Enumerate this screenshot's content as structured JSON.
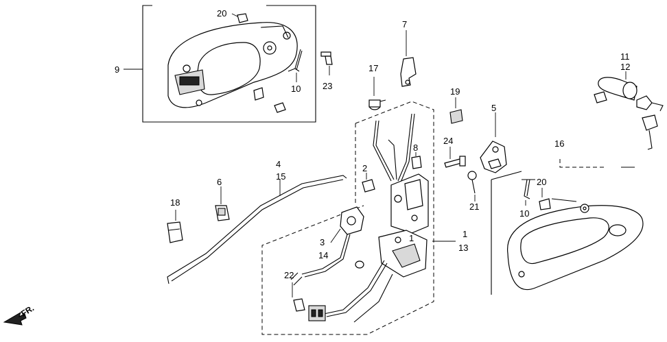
{
  "callouts": [
    {
      "id": "c1",
      "text": "1"
    },
    {
      "id": "c2",
      "text": "2"
    },
    {
      "id": "c3",
      "text": "3"
    },
    {
      "id": "c4",
      "text": "4"
    },
    {
      "id": "c5",
      "text": "5"
    },
    {
      "id": "c6",
      "text": "6"
    },
    {
      "id": "c7",
      "text": "7"
    },
    {
      "id": "c8",
      "text": "8"
    },
    {
      "id": "c9",
      "text": "9"
    },
    {
      "id": "c10a",
      "text": "10"
    },
    {
      "id": "c10b",
      "text": "10"
    },
    {
      "id": "c11",
      "text": "11"
    },
    {
      "id": "c12",
      "text": "12"
    },
    {
      "id": "c13",
      "text": "13"
    },
    {
      "id": "c14",
      "text": "14"
    },
    {
      "id": "c15",
      "text": "15"
    },
    {
      "id": "c16",
      "text": "16"
    },
    {
      "id": "c17",
      "text": "17"
    },
    {
      "id": "c18",
      "text": "18"
    },
    {
      "id": "c19",
      "text": "19"
    },
    {
      "id": "c20a",
      "text": "20"
    },
    {
      "id": "c20b",
      "text": "20"
    },
    {
      "id": "c21",
      "text": "21"
    },
    {
      "id": "c22",
      "text": "22"
    },
    {
      "id": "c23",
      "text": "23"
    },
    {
      "id": "c24",
      "text": "24"
    }
  ],
  "direction_label": "FR."
}
